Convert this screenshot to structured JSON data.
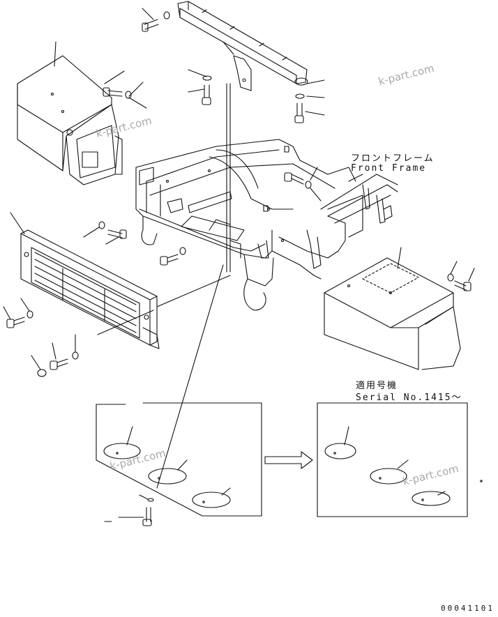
{
  "labels": {
    "front_frame_jp": "フロントフレーム",
    "front_frame_en": "Front Frame",
    "applicable_jp": "適用号機",
    "serial_no": "Serial No.1415～",
    "drawing_no": "00041101"
  },
  "watermark": "k-part.com",
  "colors": {
    "line": "#111111",
    "watermark": "#a9a9a9",
    "background": "#ffffff"
  }
}
